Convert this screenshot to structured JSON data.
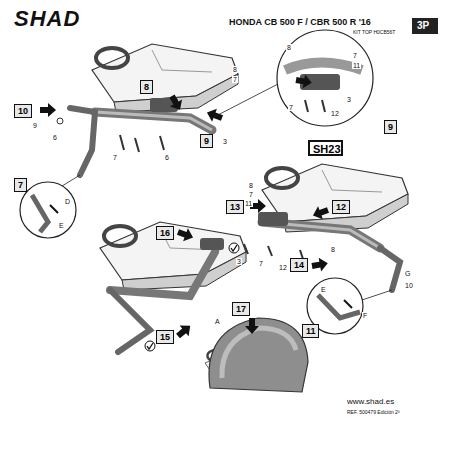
{
  "diagram": {
    "title": "SHAD",
    "nodes": [
      {
        "text": [
          "10"
        ]
      },
      {
        "text": [
          "8"
        ]
      },
      {
        "text": [
          "9"
        ]
      },
      {
        "text": [
          "7"
        ]
      },
      {
        "text": [
          "9"
        ]
      },
      {
        "text": [
          "SH23"
        ]
      },
      {
        "text": [
          "13"
        ]
      },
      {
        "text": [
          "12"
        ]
      },
      {
        "text": [
          "14"
        ]
      },
      {
        "text": [
          "11"
        ]
      },
      {
        "text": [
          "16"
        ]
      },
      {
        "text": [
          "15"
        ]
      },
      {
        "text": [
          "17"
        ]
      }
    ],
    "labels": [
      "HONDA CB 500 F / CBR 500 R '16",
      "KIT TOP H0CB56T",
      "3P",
      "8",
      "7",
      "3",
      "6",
      "7",
      "9",
      "6",
      "D",
      "E",
      "8",
      "7",
      "11",
      "7",
      "12",
      "3",
      "8",
      "7",
      "11",
      "3",
      "7",
      "12",
      "8",
      "G",
      "10",
      "F",
      "E",
      "A",
      "www.shad.es",
      "REF. 500479 Edición 2ª"
    ]
  }
}
